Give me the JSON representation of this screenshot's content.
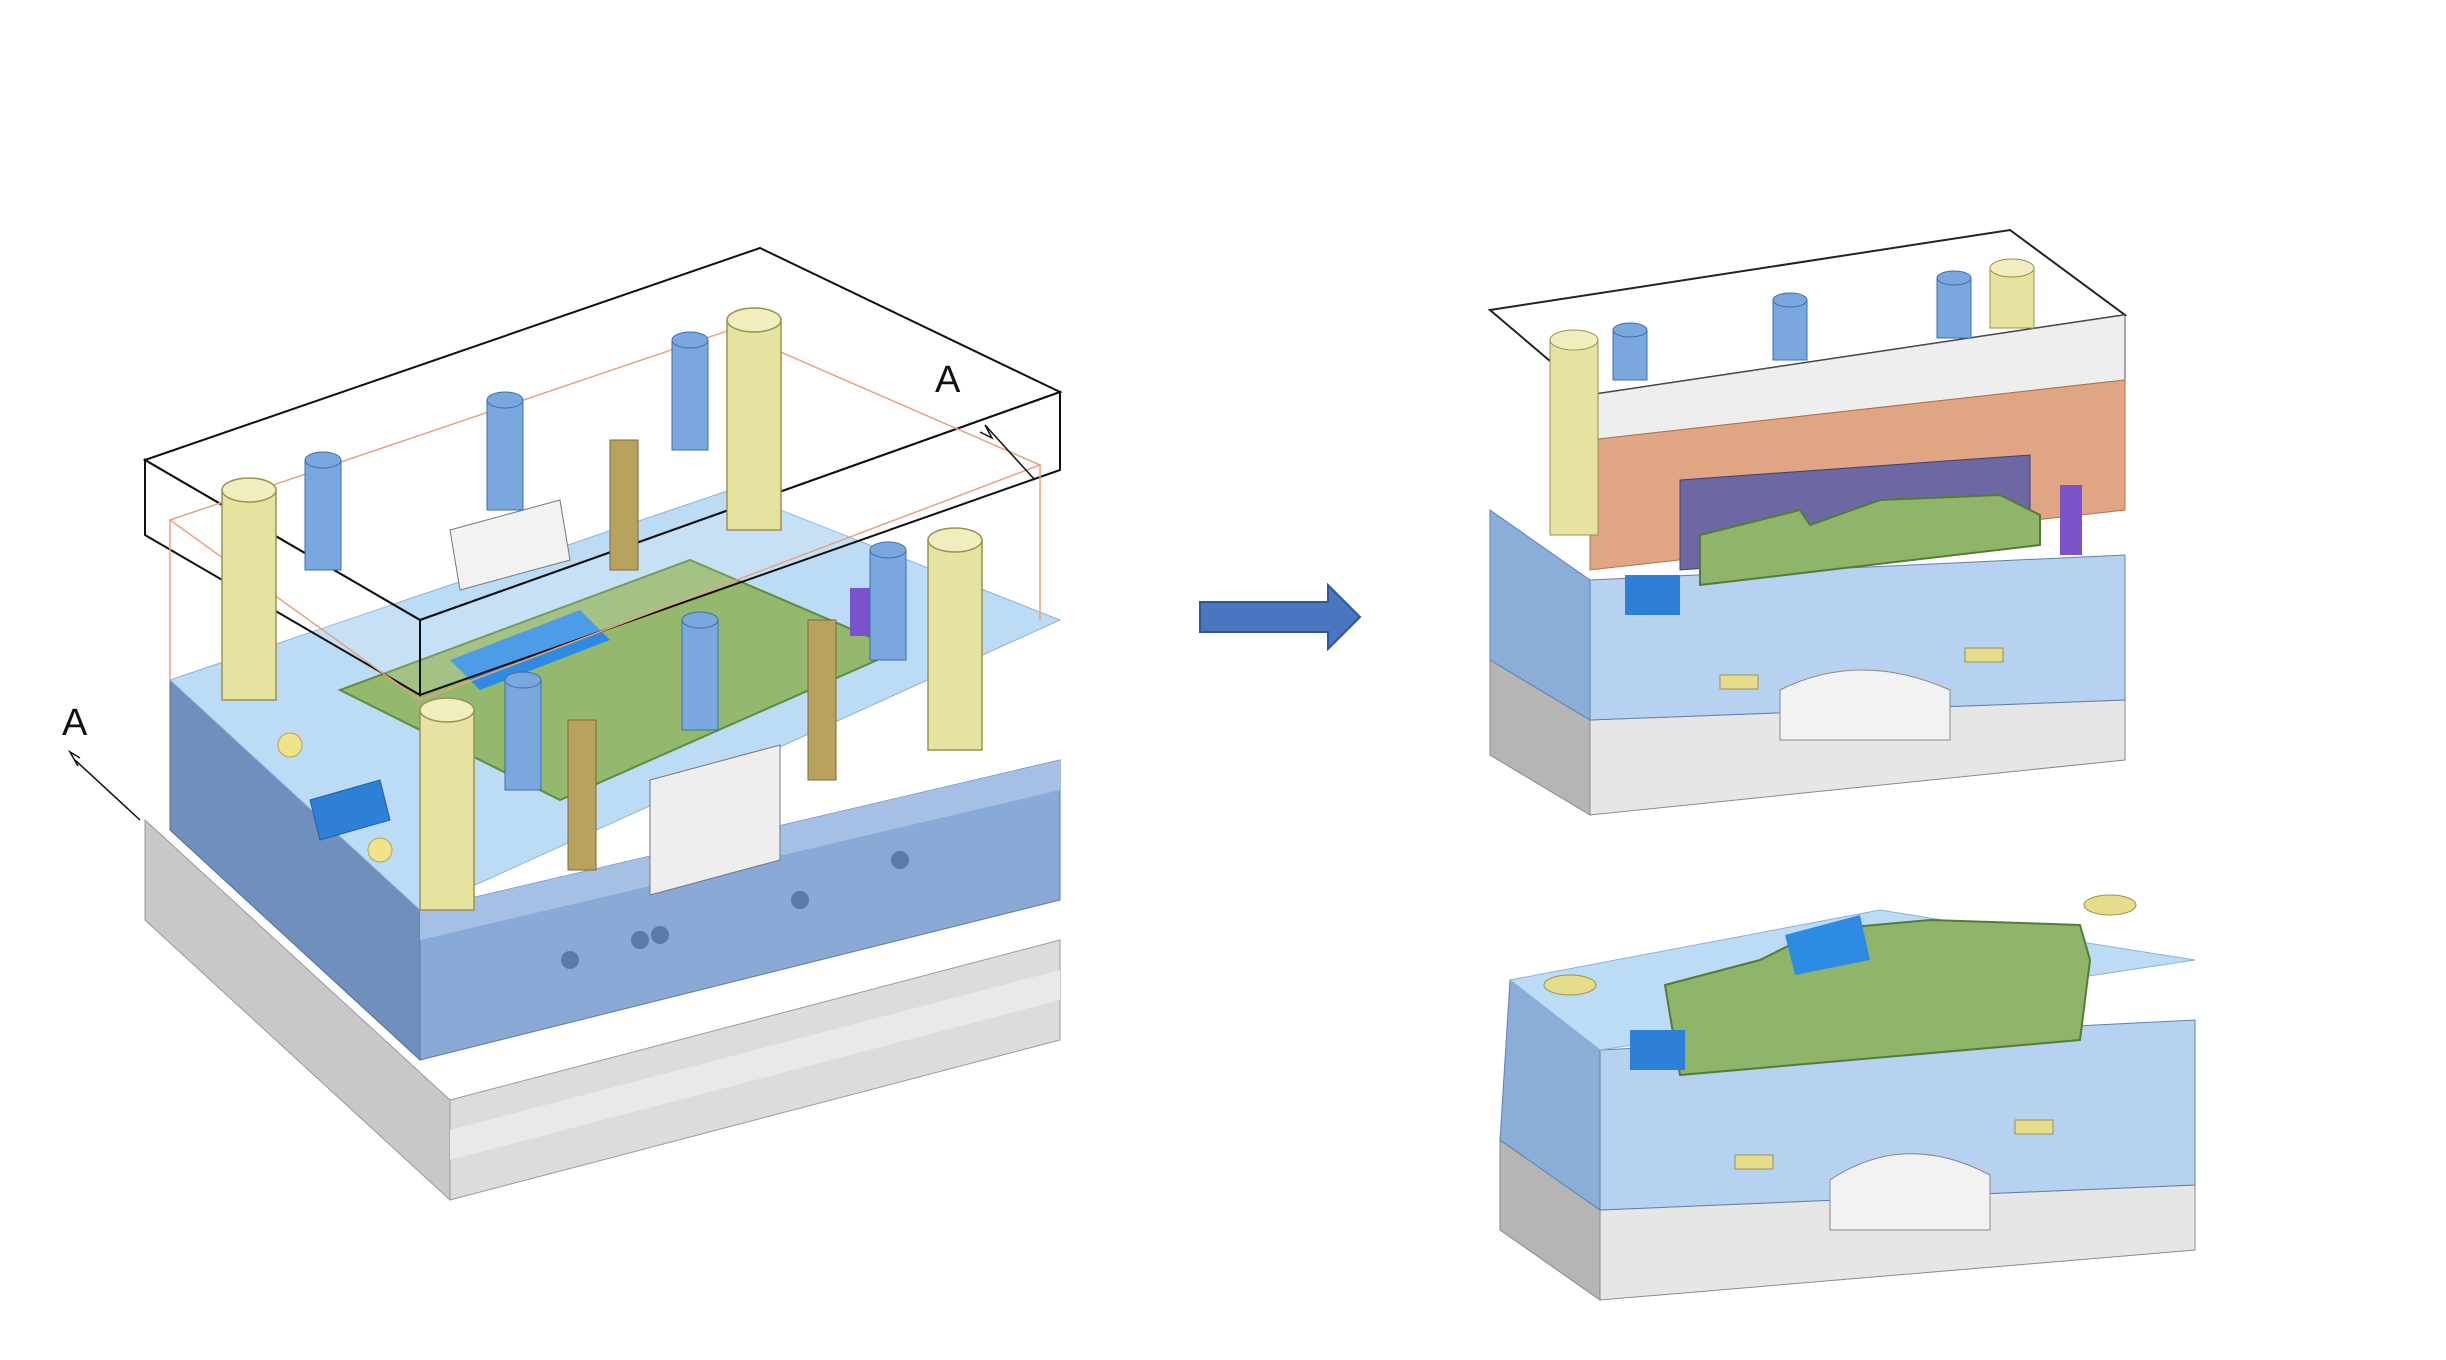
{
  "labels": {
    "section_top": "A",
    "section_left": "A"
  },
  "colors": {
    "base_plate_gray": "#d4d4d4",
    "mold_blue": "#8aaed8",
    "light_blue": "#b9d8f3",
    "insert_green": "#8fb56a",
    "core_purple": "#6d68a3",
    "plate_orange": "#e0a583",
    "guide_pillar_yellow": "#e6e2a0",
    "bolt_blue": "#7aa7dd",
    "arrow_blue": "#4a76c0",
    "accent_violet": "#7a52c9"
  },
  "icons": {
    "transition": "arrow-right-icon"
  },
  "views": {
    "left": "full-mold-assembly-isometric",
    "right_top": "upper-mold-section-a-a",
    "right_bottom": "lower-mold-section-a-a"
  }
}
